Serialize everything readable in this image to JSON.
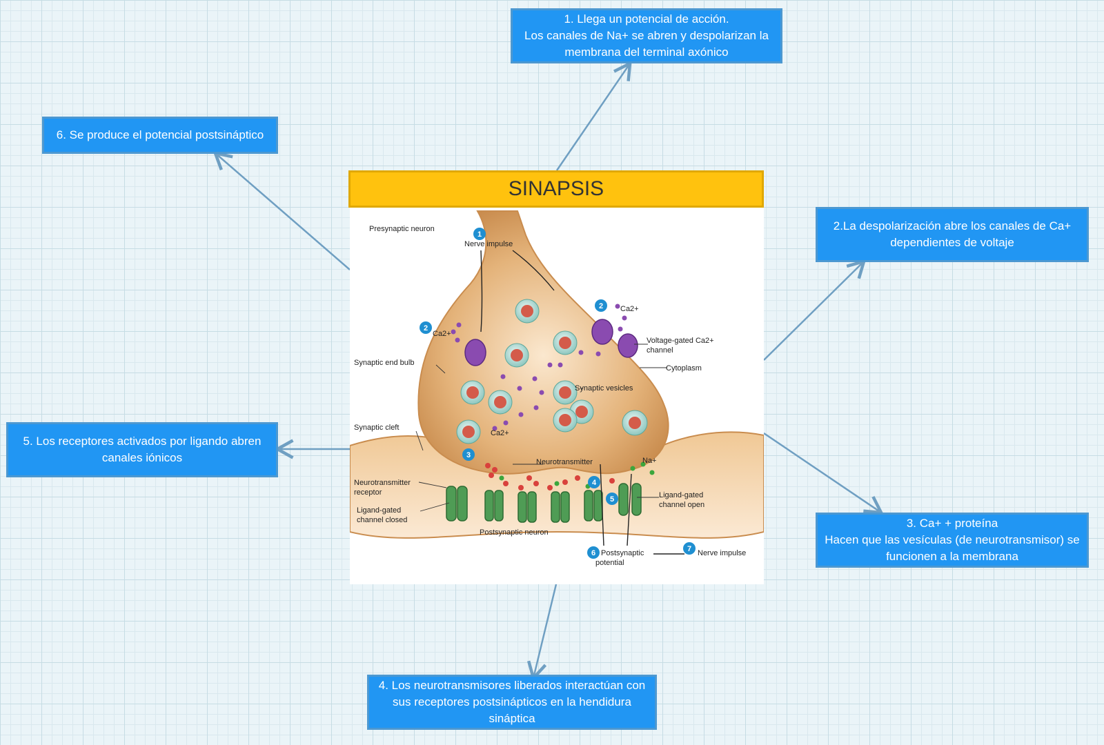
{
  "title": "SINAPSIS",
  "nodes": {
    "n1": "1. Llega un potencial de acción.\nLos canales de Na+ se abren y despolarizan la membrana del terminal axónico",
    "n2": "2.La despolarización abre los canales de Ca+ dependientes de voltaje",
    "n3": "3. Ca+  + proteína\nHacen que las vesículas (de neurotransmisor) se funcionen a la membrana",
    "n4": "4. Los neurotransmisores liberados interactúan con sus receptores postsinápticos en la hendidura sináptica",
    "n5": "5. Los receptores activados por ligando abren canales iónicos",
    "n6": "6. Se produce el potencial postsináptico"
  },
  "figure_labels": {
    "presynaptic_neuron": "Presynaptic neuron",
    "nerve_impulse": "Nerve impulse",
    "ca_left": "Ca2+",
    "ca_right": "Ca2+",
    "ca_mid": "Ca2+",
    "voltage_gated": "Voltage-gated Ca2+",
    "channel": "channel",
    "cytoplasm": "Cytoplasm",
    "synaptic_end_bulb": "Synaptic end bulb",
    "synaptic_vesicles": "Synaptic vesicles",
    "synaptic_cleft": "Synaptic cleft",
    "neurotransmitter": "Neurotransmitter",
    "na": "Na+",
    "neurotransmitter_receptor_1": "Neurotransmitter",
    "neurotransmitter_receptor_2": "receptor",
    "ligand_closed_1": "Ligand-gated",
    "ligand_closed_2": "channel closed",
    "ligand_open_1": "Ligand-gated",
    "ligand_open_2": "channel open",
    "postsynaptic_neuron": "Postsynaptic neuron",
    "postsynaptic_potential_1": "Postsynaptic",
    "postsynaptic_potential_2": "potential",
    "nerve_impulse_out": "Nerve impulse",
    "step_numbers": [
      "1",
      "2",
      "2",
      "3",
      "4",
      "5",
      "6",
      "7"
    ]
  },
  "colors": {
    "node_fill": "#2196f3",
    "node_border": "#4c98d1",
    "title_fill": "#ffc20e",
    "connector": "#6f9fc2"
  }
}
